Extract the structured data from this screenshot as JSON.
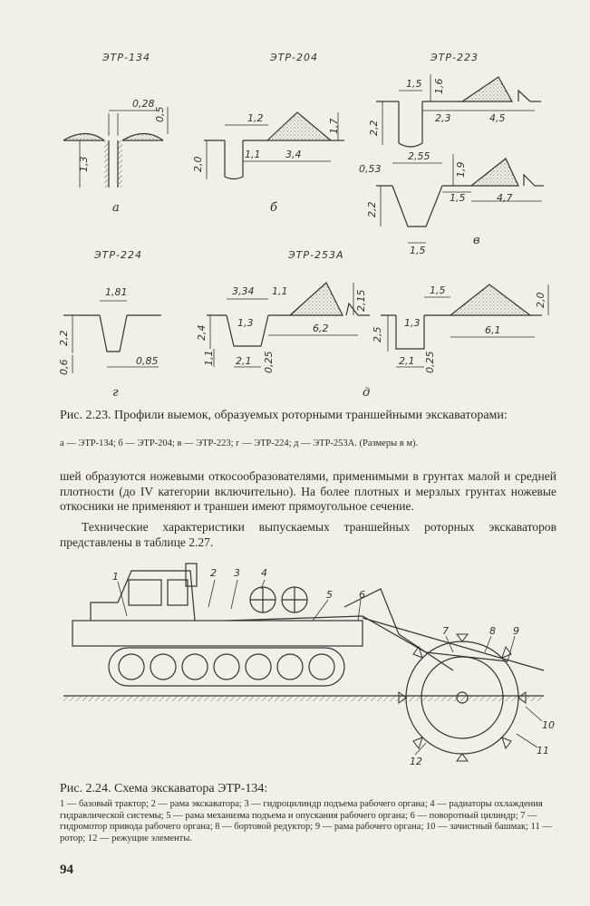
{
  "fig223": {
    "models": [
      "ЭТР-134",
      "ЭТР-204",
      "ЭТР-223",
      "ЭТР-224",
      "ЭТР-253А"
    ],
    "sublabels": [
      "а",
      "б",
      "в",
      "г",
      "д"
    ],
    "dims": {
      "a": [
        "0,28",
        "0,5",
        "1,3"
      ],
      "b": [
        "1,2",
        "1,7",
        "2,0",
        "1,1",
        "3,4"
      ],
      "v1": [
        "1,5",
        "1,6",
        "2,2",
        "2,3",
        "4,5"
      ],
      "v2": [
        "2,55",
        "0,53",
        "1,9",
        "2,2",
        "1,5",
        "4,7",
        "1,5"
      ],
      "g": [
        "1,81",
        "2,2",
        "0,6",
        "0,85"
      ],
      "d1": [
        "3,34",
        "1,1",
        "2,15",
        "2,4",
        "1,3",
        "6,2",
        "1,1",
        "2,1",
        "0,25"
      ],
      "d2": [
        "1,5",
        "2,0",
        "2,5",
        "1,3",
        "6,1",
        "2,1",
        "0,25"
      ]
    },
    "caption_title": "Рис. 2.23. Профили выемок, образуемых роторными траншейными экскаваторами:",
    "caption_legend": "а — ЭТР-134; б — ЭТР-204; в — ЭТР-223; г — ЭТР-224; д — ЭТР-253А. (Размеры в м)."
  },
  "body_text": {
    "p1": "шей образуются ножевыми откосообразователями, применимыми в грунтах малой и средней плотности (до IV категории включительно). На более плотных и мерзлых грунтах ножевые откосники не применяют и траншеи имеют прямоугольное сечение.",
    "p2": "Технические характеристики выпускаемых траншейных роторных экскаваторов представлены в таблице 2.27."
  },
  "fig224": {
    "callouts": [
      "1",
      "2",
      "3",
      "4",
      "5",
      "6",
      "7",
      "8",
      "9",
      "10",
      "11",
      "12"
    ],
    "caption_title": "Рис. 2.24. Схема экскаватора ЭТР-134:",
    "caption_legend": "1 — базовый трактор; 2 — рама экскаватора; 3 — гидроцилиндр подъема рабочего органа; 4 — радиаторы охлаждения гидравлической системы; 5 — рама механизма подъема и опускания рабочего органа; 6 — поворотный цилиндр; 7 — гидромотор привода рабочего органа; 8 — бортовой редуктор; 9 — рама рабочего органа; 10 — зачистный башмак; 11 — ротор; 12 — режущие элементы."
  },
  "page_number": "94"
}
